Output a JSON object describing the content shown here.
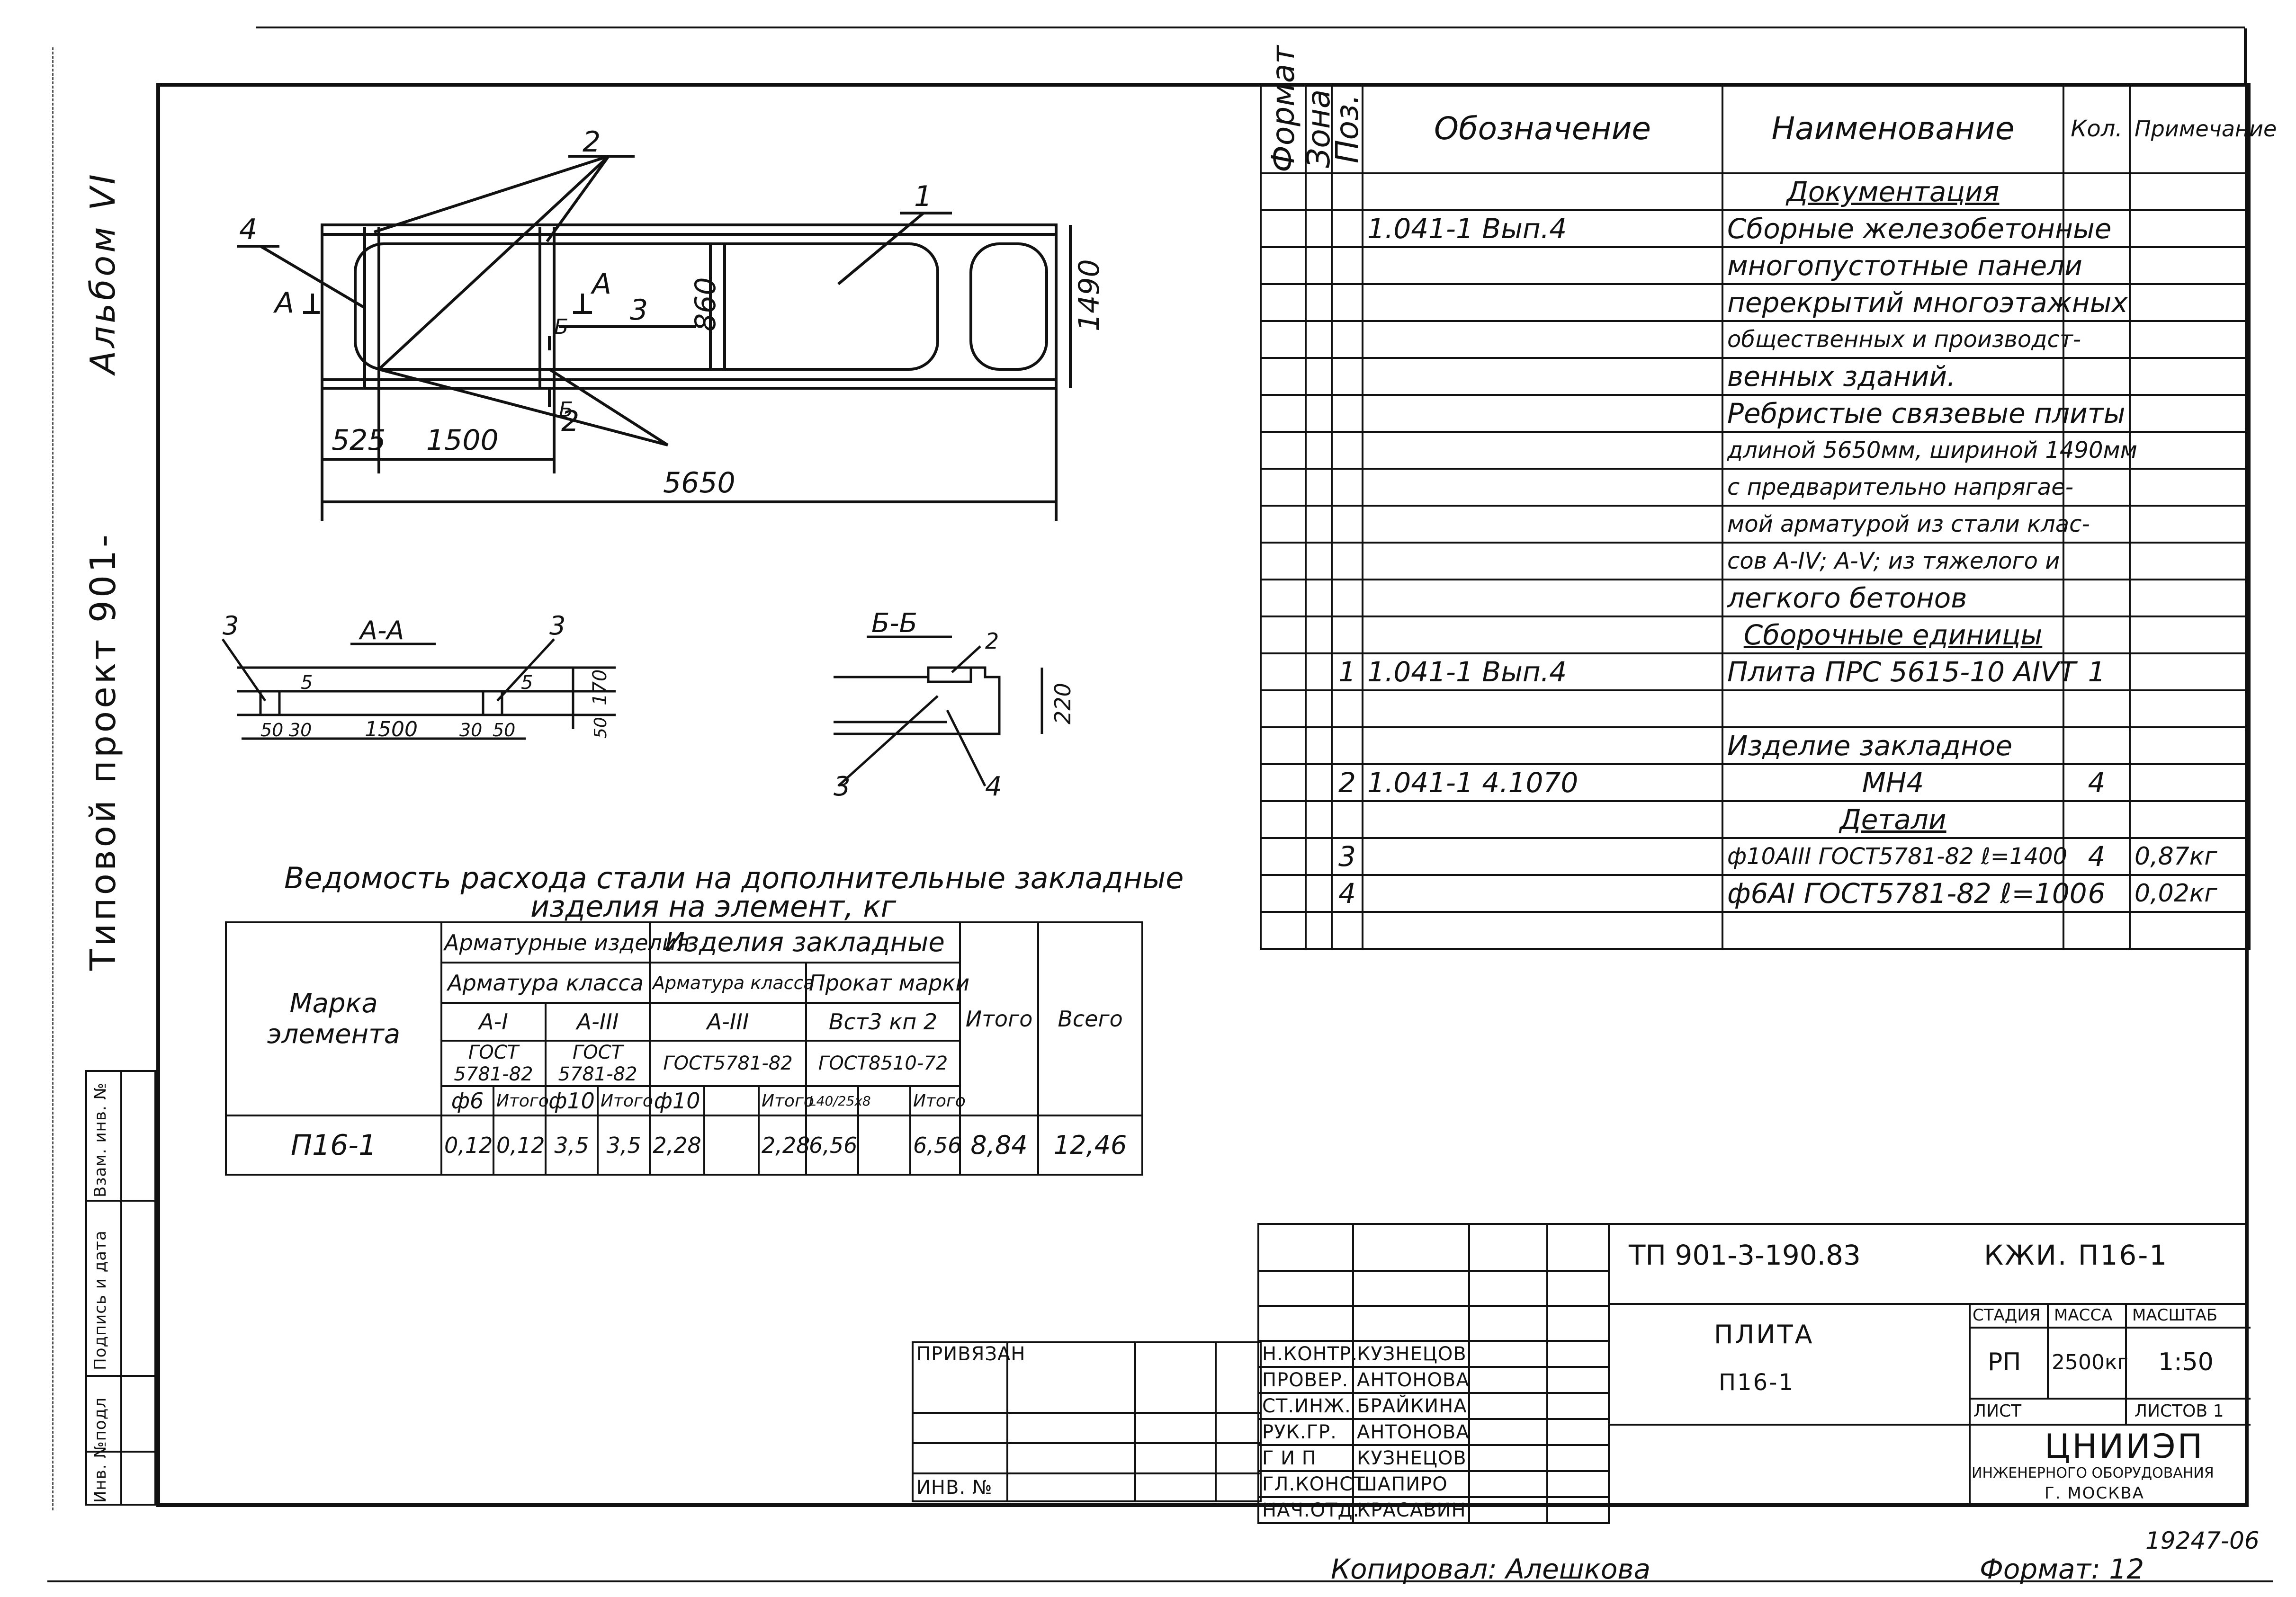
{
  "sidebar": {
    "album": "Альбом VI",
    "project": "Типовой проект 901-",
    "stamps": [
      "Инв. №подл",
      "Подпись и дата",
      "Взам. инв. №"
    ]
  },
  "drawing": {
    "plan_dims": {
      "overall_length": "5650",
      "width": "1490",
      "inner": "860",
      "seg1": "525",
      "seg2": "1500"
    },
    "plan_callouts": [
      "1",
      "2",
      "2",
      "3",
      "4"
    ],
    "section_marks": {
      "a_left": "А",
      "a_right": "А",
      "b_top": "Б",
      "b_bottom": "Б"
    },
    "section_aa": {
      "title": "А-А",
      "dims": [
        "50",
        "30",
        "1500",
        "30",
        "50",
        "170",
        "50"
      ],
      "callouts": [
        "3",
        "3",
        "5",
        "5"
      ]
    },
    "section_bb": {
      "title": "Б-Б",
      "dim": "220",
      "callouts": [
        "2",
        "3",
        "4"
      ]
    }
  },
  "steel_table": {
    "title_line1": "Ведомость расхода стали на дополнительные закладные",
    "title_line2": "изделия на элемент, кг",
    "h_mark": "Марка элемента",
    "h_arm_items": "Арматурные изделия",
    "h_embedded": "Изделия закладные",
    "h_arm_class": "Арматура класса",
    "h_arm_class2": "Арматура класса",
    "h_rolled": "Прокат марки",
    "h_ai": "А-I",
    "h_aiii": "А-III",
    "h_aiii2": "А-III",
    "h_vst": "Вст3 кп 2",
    "h_gost1": "ГОСТ 5781-82",
    "h_gost2": "ГОСТ 5781-82",
    "h_gost3": "ГОСТ5781-82",
    "h_gost4": "ГОСТ8510-72",
    "h_itogo": "Итого",
    "h_vsego": "Всего",
    "h_sub": [
      "ф6",
      "Итого",
      "ф10",
      "Итого",
      "ф10",
      "",
      "Итого",
      "L40/25х8",
      "",
      "Итого"
    ],
    "row": {
      "mark": "П16-1",
      "vals": [
        "0,12",
        "0,12",
        "3,5",
        "3,5",
        "2,28",
        "",
        "2,28",
        "6,56",
        "",
        "6,56",
        "8,84",
        "12,46"
      ]
    }
  },
  "spec": {
    "h_format": "Формат",
    "h_zone": "Зона",
    "h_pos": "Поз.",
    "h_designation": "Обозначение",
    "h_name": "Наименование",
    "h_qty": "Кол.",
    "h_note": "Примечание",
    "rows": [
      {
        "pos": "",
        "des": "",
        "name": "Документация",
        "qty": "",
        "note": "",
        "u": true,
        "c": true
      },
      {
        "pos": "",
        "des": "1.041-1 Вып.4",
        "name": "Сборные железобетонные",
        "qty": "",
        "note": ""
      },
      {
        "pos": "",
        "des": "",
        "name": "многопустотные панели",
        "qty": "",
        "note": ""
      },
      {
        "pos": "",
        "des": "",
        "name": "перекрытий многоэтажных",
        "qty": "",
        "note": ""
      },
      {
        "pos": "",
        "des": "",
        "name": "общественных и производст-",
        "qty": "",
        "note": ""
      },
      {
        "pos": "",
        "des": "",
        "name": "венных зданий.",
        "qty": "",
        "note": ""
      },
      {
        "pos": "",
        "des": "",
        "name": "Ребристые связевые плиты",
        "qty": "",
        "note": ""
      },
      {
        "pos": "",
        "des": "",
        "name": "длиной 5650мм, шириной 1490мм",
        "qty": "",
        "note": ""
      },
      {
        "pos": "",
        "des": "",
        "name": "с предварительно напрягае-",
        "qty": "",
        "note": ""
      },
      {
        "pos": "",
        "des": "",
        "name": "мой арматурой из стали клас-",
        "qty": "",
        "note": ""
      },
      {
        "pos": "",
        "des": "",
        "name": "сов А-IV; А-V; из тяжелого и",
        "qty": "",
        "note": ""
      },
      {
        "pos": "",
        "des": "",
        "name": "легкого бетонов",
        "qty": "",
        "note": ""
      },
      {
        "pos": "",
        "des": "",
        "name": "Сборочные единицы",
        "qty": "",
        "note": "",
        "u": true,
        "c": true
      },
      {
        "pos": "1",
        "des": "1.041-1 Вып.4",
        "name": "Плита ПРС 5615-10 AIVТ",
        "qty": "1",
        "note": ""
      },
      {
        "pos": "",
        "des": "",
        "name": "",
        "qty": "",
        "note": ""
      },
      {
        "pos": "",
        "des": "",
        "name": "Изделие закладное",
        "qty": "",
        "note": ""
      },
      {
        "pos": "2",
        "des": "1.041-1   4.1070",
        "name": "МН4",
        "qty": "4",
        "note": "",
        "c": true
      },
      {
        "pos": "",
        "des": "",
        "name": "Детали",
        "qty": "",
        "note": "",
        "u": true,
        "c": true
      },
      {
        "pos": "3",
        "des": "",
        "name": "ф10АIII ГОСТ5781-82 ℓ=1400",
        "qty": "4",
        "note": "0,87кг"
      },
      {
        "pos": "4",
        "des": "",
        "name": "ф6АI ГОСТ5781-82 ℓ=100",
        "qty": "6",
        "note": "0,02кг"
      },
      {
        "pos": "",
        "des": "",
        "name": "",
        "qty": "",
        "note": ""
      }
    ]
  },
  "title_block": {
    "doc_code": "ТП 901-3-190.83",
    "sheet_code": "КЖИ. П16-1",
    "product": "ПЛИТА",
    "product_mark": "П16-1",
    "stage_h": "СТАДИЯ",
    "mass_h": "МАССА",
    "scale_h": "МАСШТАБ",
    "stage": "РП",
    "mass": "2500кг",
    "scale": "1:50",
    "sheet_h": "ЛИСТ",
    "sheets_h": "ЛИСТОВ 1",
    "org": "ЦНИИЭП",
    "org_full": "ИНЖЕНЕРНОГО ОБОРУДОВАНИЯ",
    "city": "Г. МОСКВА",
    "roles": [
      {
        "role": "Н.КОНТР.",
        "name": "КУЗНЕЦОВ"
      },
      {
        "role": "ПРОВЕР.",
        "name": "АНТОНОВА"
      },
      {
        "role": "СТ.ИНЖ.",
        "name": "БРАЙКИНА"
      },
      {
        "role": "РУК.ГР.",
        "name": "АНТОНОВА"
      },
      {
        "role": "Г И П",
        "name": "КУЗНЕЦОВ"
      },
      {
        "role": "ГЛ.КОНСТ",
        "name": "ШАПИРО"
      },
      {
        "role": "НАЧ.ОТД.",
        "name": "КРАСАВИН"
      }
    ],
    "privyazan": "ПРИВЯЗАН",
    "inv": "ИНВ. №"
  },
  "footer": {
    "copied": "Копировал: Алешкова",
    "format": "Формат: 12",
    "archive": "19247-06"
  }
}
